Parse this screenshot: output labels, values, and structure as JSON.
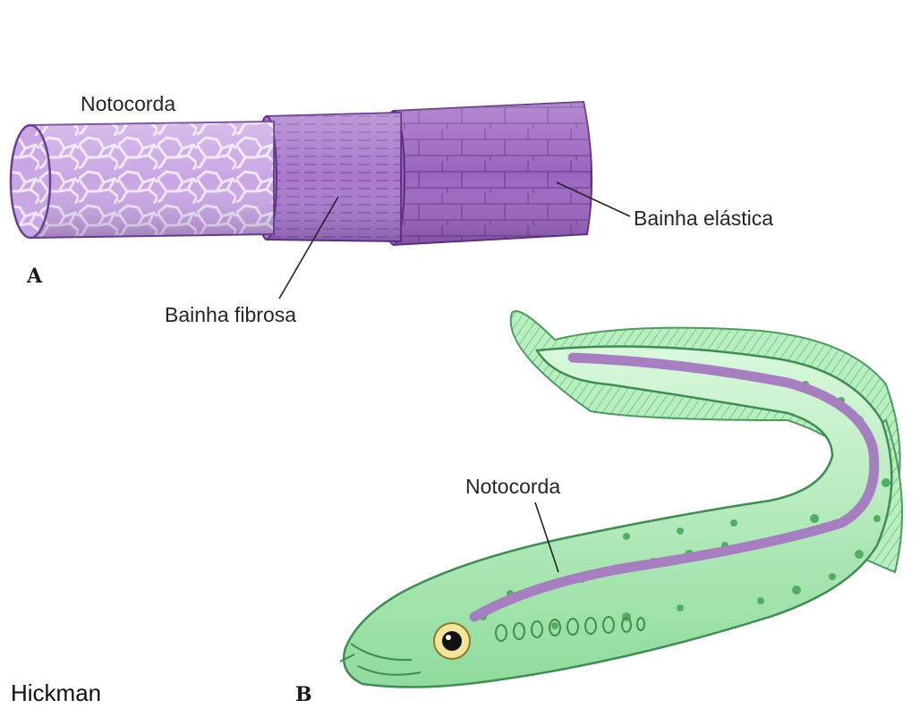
{
  "figure": {
    "panel_a": {
      "letter": "A",
      "labels": {
        "notochord": "Notocorda",
        "elastic_sheath": "Bainha elástica",
        "fibrous_sheath": "Bainha fibrosa"
      }
    },
    "panel_b": {
      "letter": "B",
      "labels": {
        "notochord": "Notocorda"
      }
    },
    "credit": "Hickman"
  },
  "colors": {
    "notochord_purple": "#b890d8",
    "fibrous_purple": "#a878cc",
    "elastic_purple": "#9a64c0",
    "body_green": "#b8efc0",
    "fin_green": "#8fd79a",
    "spot_green": "#4fae62"
  }
}
